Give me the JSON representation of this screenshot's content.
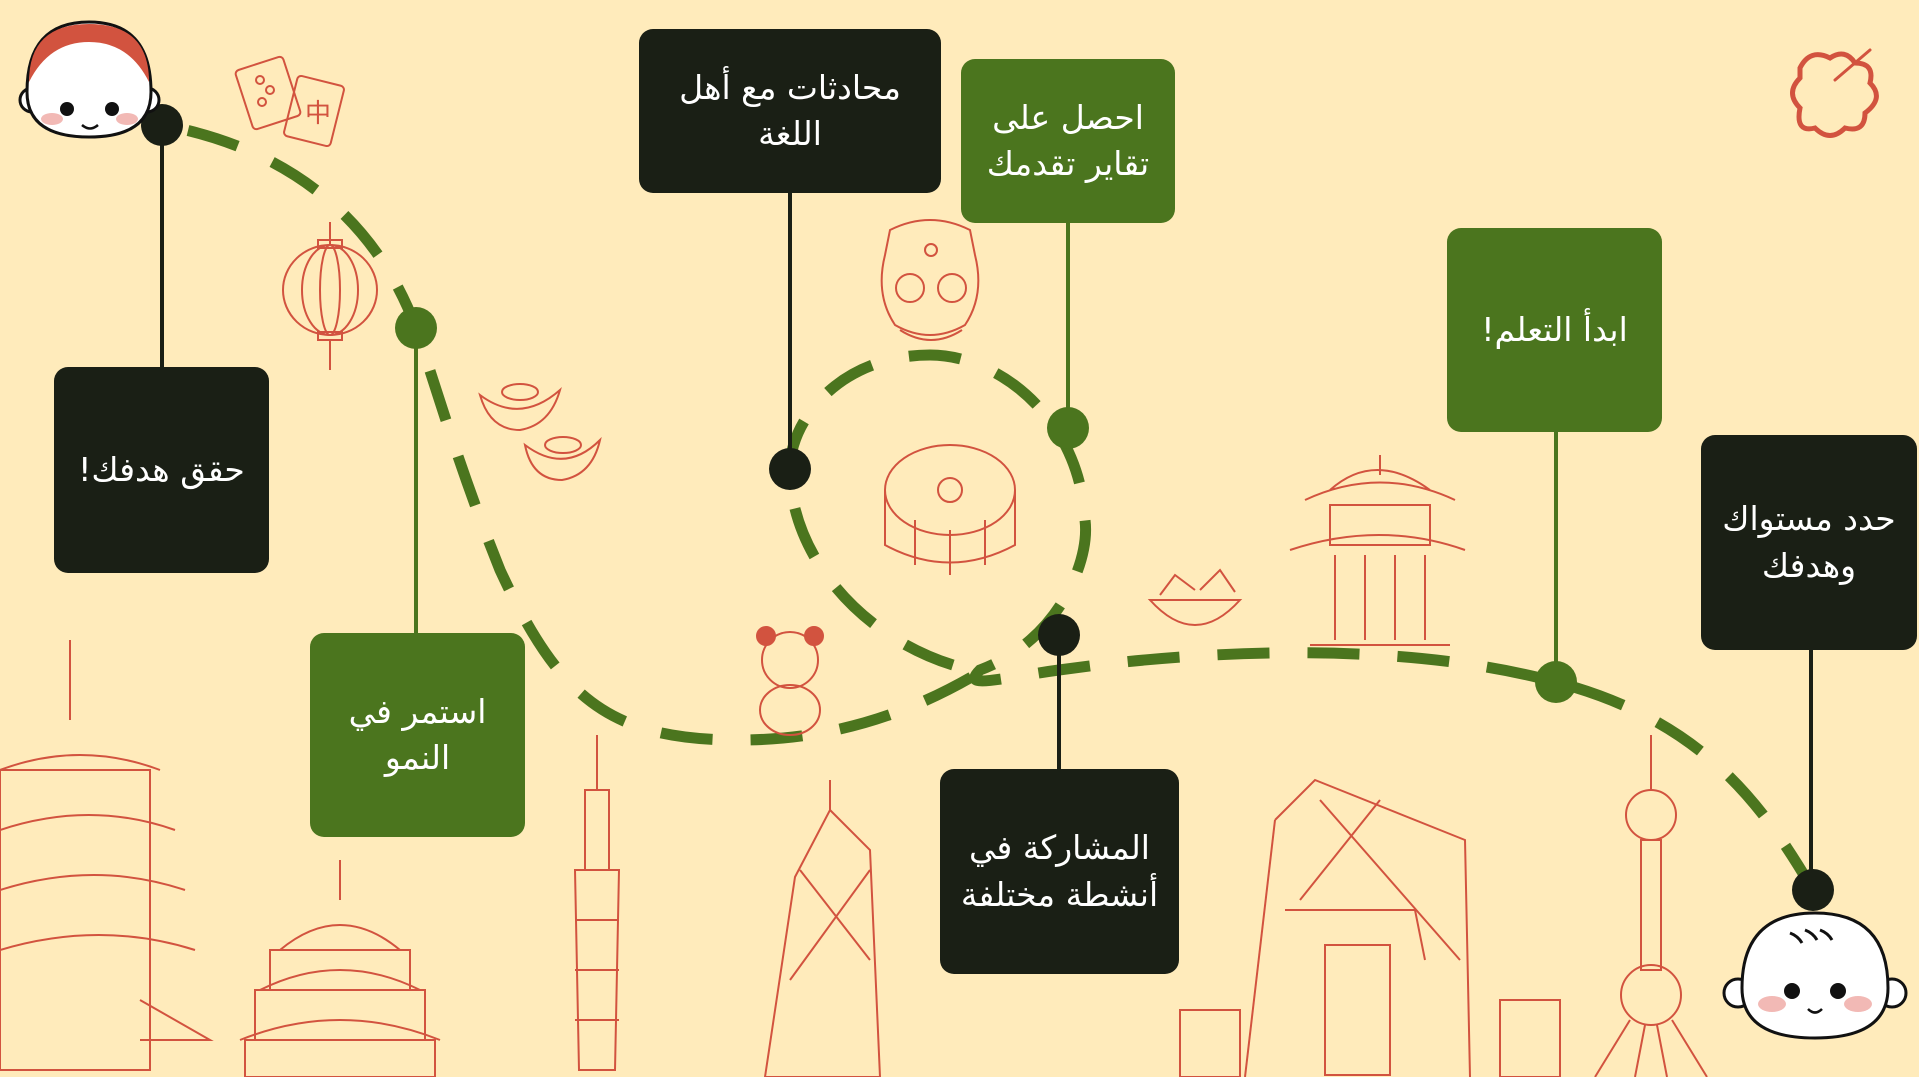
{
  "colors": {
    "background": "#FFEBBB",
    "dark_box": "#1A1F15",
    "green_box": "#4B751E",
    "path_green": "#4B751E",
    "sketch_red": "#D2533F",
    "text": "#FFFFFF"
  },
  "steps": [
    {
      "id": "set-level",
      "order": 1,
      "label": "حدد مستواك وهدفك",
      "style": "dark"
    },
    {
      "id": "start-learning",
      "order": 2,
      "label": "ابدأ التعلم!",
      "style": "green"
    },
    {
      "id": "activities",
      "order": 3,
      "label": "المشاركة في أنشطة مختلفة",
      "style": "dark"
    },
    {
      "id": "progress-reports",
      "order": 4,
      "label": "احصل على تقاير تقدمك",
      "style": "green"
    },
    {
      "id": "native-conversations",
      "order": 5,
      "label": "محادثات مع أهل اللغة",
      "style": "dark"
    },
    {
      "id": "keep-growing",
      "order": 6,
      "label": "استمر في النمو",
      "style": "green"
    },
    {
      "id": "achieve-goal",
      "order": 7,
      "label": "حقق هدفك!",
      "style": "dark"
    }
  ],
  "characters": {
    "start": "baby-face",
    "end": "red-haired-child-face"
  },
  "decorations": [
    "mahjong-tiles",
    "paper-lantern",
    "gold-ingots",
    "lion-dance-head",
    "mooncake",
    "panda",
    "noodle-bowl",
    "pavilion",
    "hibiscus-flower",
    "pagoda",
    "temple-of-heaven",
    "taipei-101",
    "bank-of-china-tower",
    "cctv-tower",
    "oriental-pearl-tower"
  ]
}
